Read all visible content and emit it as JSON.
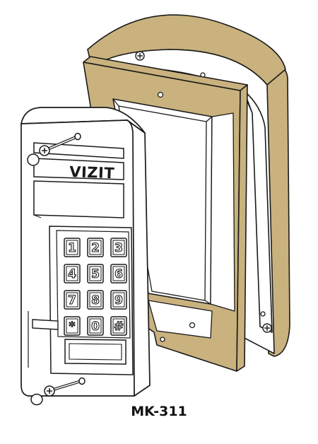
{
  "product": {
    "model_label": "MK-311",
    "brand_logo": "VIZIT"
  },
  "keypad": {
    "keys": [
      "1",
      "2",
      "3",
      "4",
      "5",
      "6",
      "7",
      "8",
      "9",
      "*",
      "0",
      "#"
    ]
  },
  "colors": {
    "hood": "#c9b27e",
    "frame": "#c9b27e",
    "panel": "#ffffff",
    "outline": "#1a1a1a"
  },
  "icons": [
    "screw-icon"
  ]
}
